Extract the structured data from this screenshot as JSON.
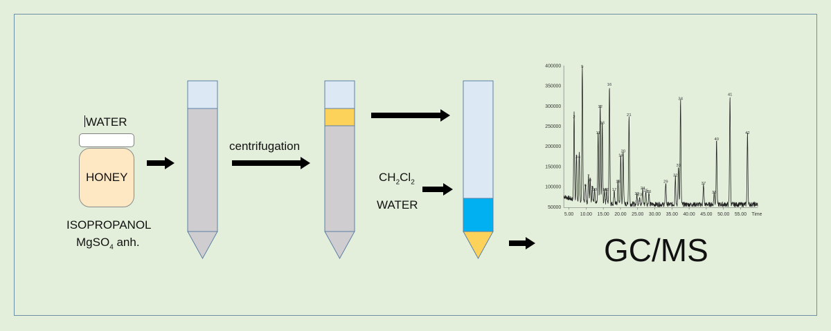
{
  "labels": {
    "water_top": "WATER",
    "honey": "HONEY",
    "isopropanol": "ISOPROPANOL",
    "mgso4_main": "MgSO",
    "mgso4_sub": "4",
    "mgso4_tail": " anh.",
    "centrifugation": "centrifugation",
    "ch2cl2_a": "CH",
    "ch2cl2_sub1": "2",
    "ch2cl2_b": "Cl",
    "ch2cl2_sub2": "2",
    "water_bottom": "WATER",
    "gcms": "GC/MS"
  },
  "chromatogram": {
    "y_ticks": [
      "400000",
      "350000",
      "300000",
      "250000",
      "200000",
      "150000",
      "100000",
      "50000"
    ],
    "x_ticks": [
      "5.00",
      "10.00",
      "15.00",
      "20.00",
      "25.00",
      "30.00",
      "35.00",
      "40.00",
      "45.00",
      "50.00",
      "55.00"
    ],
    "x_label": "Time",
    "peaks": [
      {
        "label": "2",
        "t": 6.5,
        "v": 265000
      },
      {
        "label": "3",
        "t": 7.2,
        "v": 165000
      },
      {
        "label": "4",
        "t": 8.0,
        "v": 165000
      },
      {
        "label": "5",
        "t": 8.9,
        "v": 390000
      },
      {
        "label": "6",
        "t": 9.8,
        "v": 95000
      },
      {
        "label": "7",
        "t": 10.7,
        "v": 118000
      },
      {
        "label": "8",
        "t": 11.2,
        "v": 108000
      },
      {
        "label": "9",
        "t": 11.8,
        "v": 90000
      },
      {
        "label": "10",
        "t": 12.5,
        "v": 85000
      },
      {
        "label": "11",
        "t": 13.5,
        "v": 225000
      },
      {
        "label": "12",
        "t": 14.1,
        "v": 290000
      },
      {
        "label": "13",
        "t": 14.7,
        "v": 250000
      },
      {
        "label": "14",
        "t": 15.4,
        "v": 85000
      },
      {
        "label": "15",
        "t": 16.0,
        "v": 85000
      },
      {
        "label": "16",
        "t": 16.8,
        "v": 345000
      },
      {
        "label": "17",
        "t": 18.2,
        "v": 85000
      },
      {
        "label": "18",
        "t": 19.3,
        "v": 105000
      },
      {
        "label": "19",
        "t": 20.1,
        "v": 170000
      },
      {
        "label": "20",
        "t": 20.8,
        "v": 180000
      },
      {
        "label": "21",
        "t": 22.5,
        "v": 270000
      },
      {
        "label": "22",
        "t": 24.8,
        "v": 75000
      },
      {
        "label": "23",
        "t": 25.6,
        "v": 72000
      },
      {
        "label": "24",
        "t": 26.5,
        "v": 88000
      },
      {
        "label": "25",
        "t": 27.4,
        "v": 82000
      },
      {
        "label": "26",
        "t": 28.3,
        "v": 80000
      },
      {
        "label": "29",
        "t": 33.2,
        "v": 105000
      },
      {
        "label": "32",
        "t": 36.0,
        "v": 120000
      },
      {
        "label": "33",
        "t": 36.9,
        "v": 145000
      },
      {
        "label": "34",
        "t": 37.5,
        "v": 310000
      },
      {
        "label": "37",
        "t": 44.2,
        "v": 100000
      },
      {
        "label": "38",
        "t": 47.3,
        "v": 78000
      },
      {
        "label": "40",
        "t": 48.0,
        "v": 210000
      },
      {
        "label": "41",
        "t": 51.9,
        "v": 320000
      },
      {
        "label": "42",
        "t": 57.0,
        "v": 225000
      }
    ]
  },
  "colors": {
    "background": "#e3efdb",
    "frame": "#6d8fa6",
    "tube_body": "#cfcdd0",
    "tube_cap": "#dce9f4",
    "tube_outline": "#5b7fa5",
    "yellow_layer": "#fcd25a",
    "blue_layer": "#00b0f0",
    "jar_body": "#fde8c3"
  }
}
